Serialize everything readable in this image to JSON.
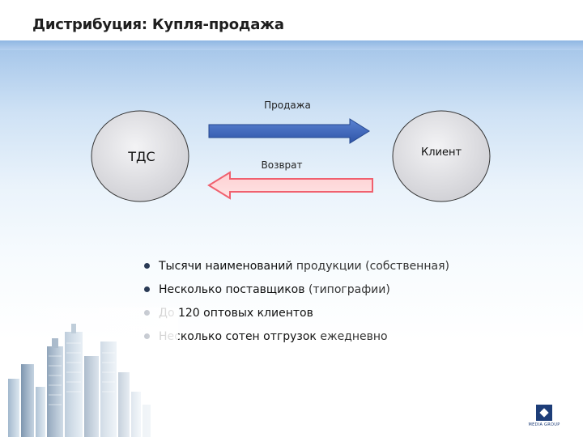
{
  "slide": {
    "title": "Дистрибуция: Купля-продажа"
  },
  "diagram": {
    "left_node": "ТДС",
    "right_node": "Клиент",
    "arrow_top_label": "Продажа",
    "arrow_bottom_label": "Возврат",
    "node_fill": "#e3e3e6",
    "arrow_top_color": "#3b63b7",
    "arrow_bottom_color": "#f06a78"
  },
  "bullets": [
    {
      "emph": "Тысячи наименований",
      "rest": " продукции (собственная)"
    },
    {
      "emph": "Несколько поставщиков",
      "rest": " (типографии)"
    },
    {
      "emph": "До 120 оптовых клиентов",
      "rest": ""
    },
    {
      "emph": "Несколько сотен отгрузок",
      "rest": " ежедневно"
    }
  ],
  "logo": {
    "text": "MEDIA GROUP"
  }
}
